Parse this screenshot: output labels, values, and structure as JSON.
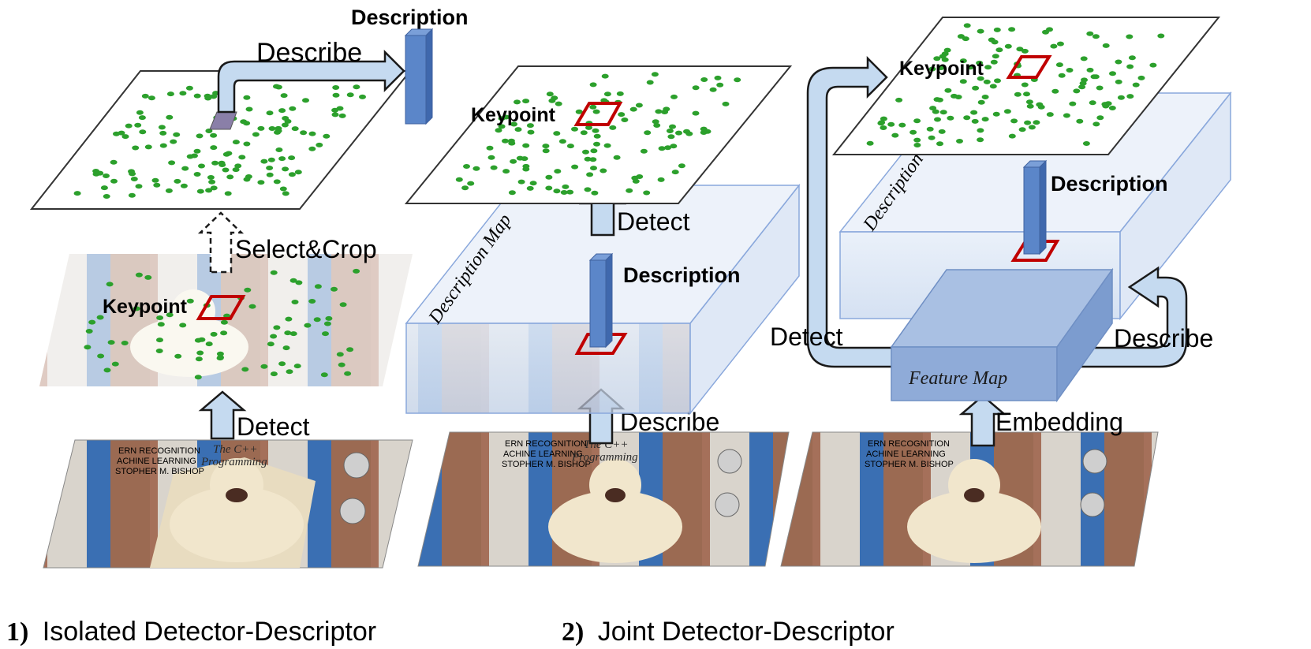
{
  "panel1": {
    "number": "1)",
    "caption": "Isolated Detector-Descriptor",
    "labels": {
      "description": "Description",
      "describe": "Describe",
      "select_crop": "Select&Crop",
      "keypoint": "Keypoint",
      "detect": "Detect"
    }
  },
  "panel2": {
    "number": "2)",
    "caption": "Joint Detector-Descriptor",
    "labels": {
      "keypoint": "Keypoint",
      "description_map": "Description Map",
      "detect": "Detect",
      "description": "Description",
      "describe": "Describe"
    }
  },
  "panel3": {
    "labels": {
      "keypoint": "Keypoint",
      "description_map": "Description Map",
      "description": "Description",
      "detect": "Detect",
      "describe": "Describe",
      "feature_map": "Feature Map",
      "embedding": "Embedding"
    }
  },
  "photo_text": {
    "line1": "ERN RECOGNITION",
    "line2": "ACHINE LEARNING",
    "line3": "STOPHER M. BISHOP",
    "line4": "The C++",
    "line5": "Programming"
  },
  "colors": {
    "arrow_fill": "#c5daf0",
    "arrow_stroke": "#1a1a1a",
    "description_bar": "#5b86c9",
    "keypoint_box": "#c00000",
    "feature_dots": "#2ca02c",
    "map_box": "#b9cdea"
  }
}
